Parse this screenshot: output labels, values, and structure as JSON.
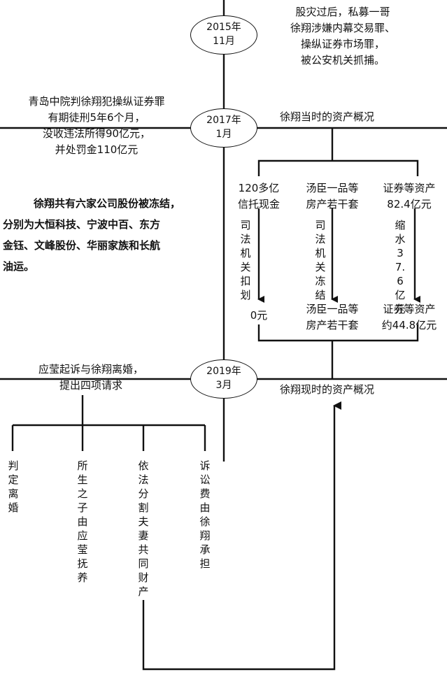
{
  "timeline": [
    {
      "year": "2015年",
      "month": "11月",
      "note": [
        "股灾过后，私募一哥",
        "徐翔涉嫌内幕交易罪、",
        "操纵证券市场罪，",
        "被公安机关抓捕。"
      ]
    },
    {
      "year": "2017年",
      "month": "1月",
      "note": [
        "青岛中院判徐翔犯操纵证券罪",
        "有期徒刑5年6个月，",
        "没收违法所得90亿元，",
        "并处罚金110亿元"
      ],
      "assets_title": "徐翔当时的资产概况"
    },
    {
      "year": "2019年",
      "month": "3月",
      "note": [
        "应莹起诉与徐翔离婚，",
        "提出四项请求"
      ],
      "assets_title": "徐翔现时的资产概况"
    }
  ],
  "frozen_companies": [
    "徐翔共有六家公司股份被冻结，",
    "分别为大恒科技、宁波中百、东方",
    "金钰、文峰股份、华丽家族和长航",
    "油运。"
  ],
  "assets": [
    {
      "before": [
        "120多亿",
        "信托现金"
      ],
      "change": "司法机关扣划",
      "after": [
        "0元"
      ]
    },
    {
      "before": [
        "汤臣一品等",
        "房产若干套"
      ],
      "change": "司法机关冻结",
      "after": [
        "汤臣一品等",
        "房产若干套"
      ]
    },
    {
      "before": [
        "证券等资产",
        "82.4亿元"
      ],
      "change": "缩水37.6亿元",
      "after": [
        "证券等资产",
        "约44.8亿元"
      ]
    }
  ],
  "requests": [
    "判定离婚",
    "所生之子由应莹抚养",
    "依法分割夫妻共同财产",
    "诉讼费由徐翔承担"
  ]
}
